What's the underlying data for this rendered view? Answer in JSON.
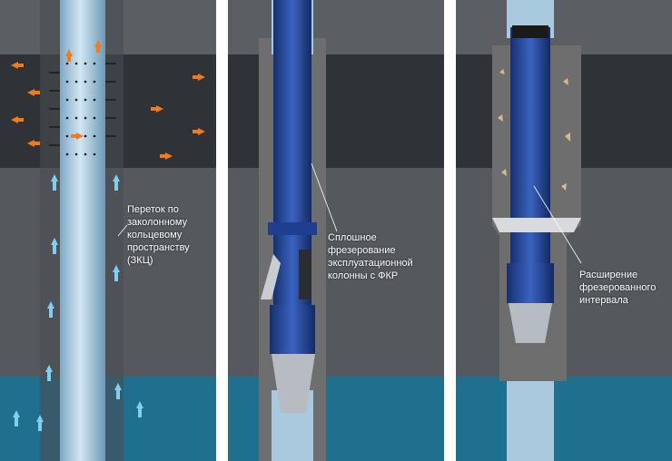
{
  "panels": [
    {
      "label_lines": [
        "Переток по",
        "заколонному",
        "кольцевому",
        "пространству (ЗКЦ)"
      ]
    },
    {
      "label_lines": [
        "Сплошное фрезерование",
        "эксплуатационной",
        "колонны с ФКР"
      ]
    },
    {
      "label_lines": [
        "Расширение",
        "фрезерованного",
        "интервала"
      ]
    }
  ],
  "colors": {
    "rock_grey": "#5b5f63",
    "rock_dark": "#2f3236",
    "water_layer": "#1f6f8f",
    "casing": "#a9c9de",
    "tool_blue": "#1e3f8f",
    "flow_arrow_orange": "#f07a1c",
    "flow_arrow_blue": "#7fd0f0",
    "cement": "#6e6e6e"
  },
  "icons": {
    "orange_arrow": "inflow-arrow-icon",
    "blue_arrow": "upflow-arrow-icon"
  }
}
